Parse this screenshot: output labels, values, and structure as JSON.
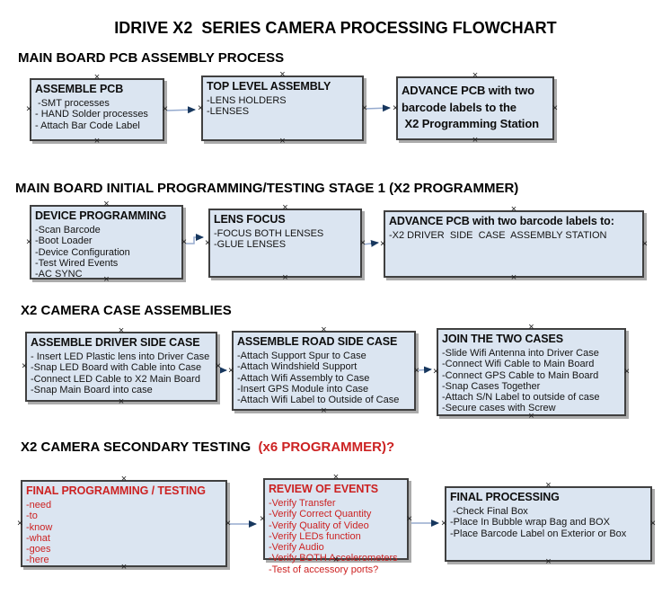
{
  "title": "IDRIVE X2  SERIES CAMERA PROCESSING FLOWCHART",
  "colors": {
    "box_fill": "#dbe5f1",
    "box_border": "#404040",
    "red_accent": "#cc2222",
    "arrow_line": "#95aace",
    "arrow_head": "#17375e"
  },
  "sections": [
    {
      "heading": "MAIN BOARD PCB ASSEMBLY PROCESS",
      "boxes": [
        {
          "title": "ASSEMBLE PCB",
          "items": [
            " -SMT processes",
            "- HAND Solder processes",
            "- Attach Bar Code Label"
          ]
        },
        {
          "title": "TOP LEVEL ASSEMBLY",
          "items": [
            "-LENS HOLDERS",
            "-LENSES"
          ]
        },
        {
          "title": "ADVANCE PCB with two\nbarcode labels to the\n X2 Programming Station",
          "items": []
        }
      ]
    },
    {
      "heading": "MAIN BOARD INITIAL PROGRAMMING/TESTING STAGE 1 (X2 PROGRAMMER)",
      "boxes": [
        {
          "title": "DEVICE PROGRAMMING",
          "items": [
            "-Scan Barcode",
            "-Boot Loader",
            "-Device Configuration",
            "-Test Wired Events",
            "-AC SYNC"
          ]
        },
        {
          "title": "LENS FOCUS",
          "items": [
            "-FOCUS BOTH LENSES",
            "-GLUE LENSES"
          ]
        },
        {
          "title": "ADVANCE PCB with two barcode labels to:",
          "items": [
            "-X2 DRIVER  SIDE  CASE  ASSEMBLY STATION"
          ]
        }
      ]
    },
    {
      "heading": "X2 CAMERA CASE ASSEMBLIES",
      "boxes": [
        {
          "title": "ASSEMBLE DRIVER SIDE CASE",
          "items": [
            "- Insert LED Plastic lens into Driver Case",
            "-Snap LED Board with Cable into Case",
            "-Connect LED Cable to X2 Main Board",
            "-Snap Main Board into case"
          ]
        },
        {
          "title": "ASSEMBLE ROAD SIDE CASE",
          "items": [
            "-Attach Support Spur to Case",
            "-Attach Windshield Support",
            "-Attach Wifi Assembly to Case",
            "-Insert GPS Module into Case",
            "-Attach Wifi Label to Outside of Case"
          ]
        },
        {
          "title": "JOIN THE TWO CASES",
          "items": [
            "-Slide Wifi Antenna into Driver Case",
            "-Connect Wifi Cable to Main Board",
            "-Connect GPS Cable to Main Board",
            "-Snap Cases Together",
            "-Attach S/N Label to outside of case",
            "-Secure cases with Screw"
          ]
        }
      ]
    },
    {
      "heading": "X2 CAMERA SECONDARY TESTING",
      "heading_red": "  (x6 PROGRAMMER)?",
      "boxes": [
        {
          "title": "FINAL PROGRAMMING / TESTING",
          "items": [
            "-need",
            "-to",
            "-know",
            "-what",
            "-goes",
            "-here"
          ]
        },
        {
          "title": "REVIEW OF EVENTS",
          "items": [
            "-Verify Transfer",
            "-Verify Correct Quantity",
            "-Verify Quality of Video",
            "-Verify LEDs function",
            "-Verify Audio",
            "-Verify BOTH Accelerometers",
            "-Test of accessory ports?"
          ]
        },
        {
          "title": "FINAL PROCESSING",
          "items": [
            " -Check Final Box",
            "-Place In Bubble wrap Bag and BOX",
            "-Place Barcode Label on Exterior or Box"
          ]
        }
      ]
    }
  ]
}
